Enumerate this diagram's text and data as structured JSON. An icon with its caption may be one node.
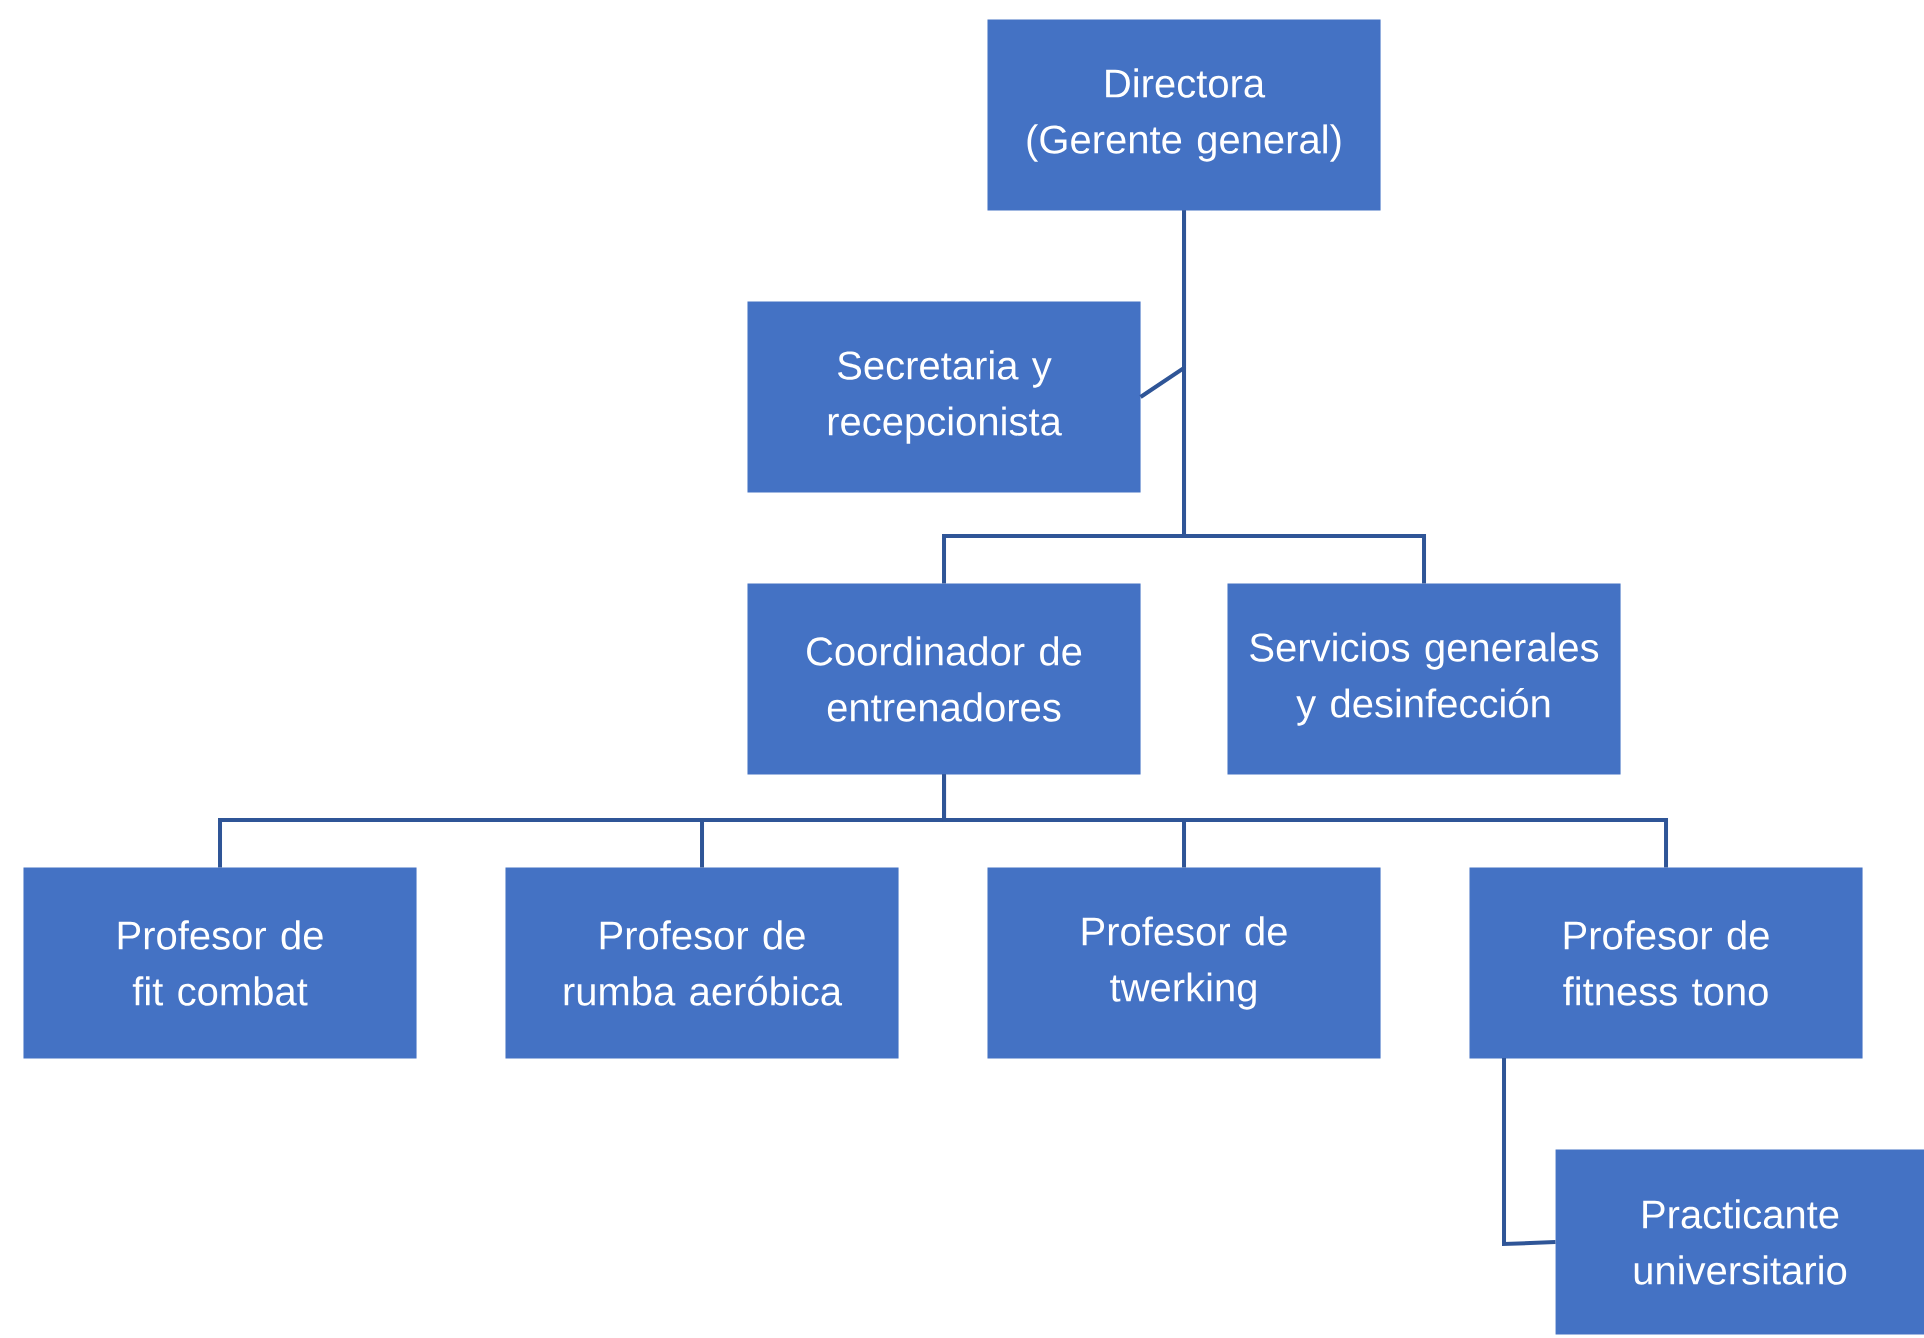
{
  "diagram": {
    "nodes": [
      {
        "text": [
          "Directora (Gerente general)"
        ]
      },
      {
        "text": [
          "Secretaria y recepcionista"
        ]
      },
      {
        "text": [
          "Coordinador de entrenadores"
        ]
      },
      {
        "text": [
          "Servicios generales y desinfección"
        ]
      },
      {
        "text": [
          "Profesor de fit combat"
        ]
      },
      {
        "text": [
          "Profesor de rumba aeróbica"
        ]
      },
      {
        "text": [
          "Profesor de twerking"
        ]
      },
      {
        "text": [
          "Profesor de fitness tono"
        ]
      },
      {
        "text": [
          "Practicante universitario"
        ]
      }
    ],
    "edges": [
      {
        "from": 0,
        "to": 1,
        "arrow": "none"
      },
      {
        "from": 0,
        "to": 2,
        "arrow": "none"
      },
      {
        "from": 0,
        "to": 3,
        "arrow": "none"
      },
      {
        "from": 2,
        "to": 4,
        "arrow": "none"
      },
      {
        "from": 2,
        "to": 5,
        "arrow": "none"
      },
      {
        "from": 2,
        "to": 6,
        "arrow": "none"
      },
      {
        "from": 2,
        "to": 7,
        "arrow": "none"
      },
      {
        "from": 7,
        "to": 8,
        "arrow": "none"
      }
    ]
  }
}
